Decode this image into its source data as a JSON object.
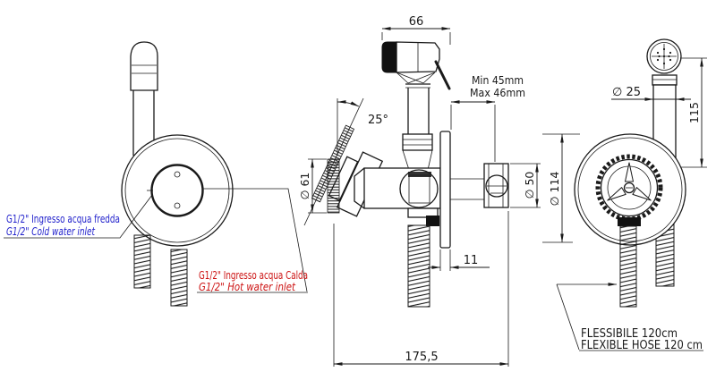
{
  "colors": {
    "line": "#1a1a1a",
    "cold_water_label": "#2222cc",
    "hot_water_label": "#cc1111",
    "background": "#ffffff"
  },
  "front_view_left": {
    "cold_inlet_label_it": "G1/2\" Ingresso acqua fredda",
    "cold_inlet_label_en": "G1/2\" Cold water inlet",
    "hot_inlet_label_it": "G1/2\" Ingresso acqua Calda",
    "hot_inlet_label_en": "G1/2\" Hot water inlet"
  },
  "side_view": {
    "dim_head_width": "66",
    "dim_knob_angle": "25°",
    "dim_knob_diameter": "∅ 61",
    "dim_depth_min": "Min 45mm",
    "dim_depth_max": "Max 46mm",
    "dim_inlet_body_diameter": "∅ 50",
    "dim_plate_thickness": "11",
    "dim_total_width": "175,5"
  },
  "front_view_right": {
    "dim_handle_diameter": "∅ 25",
    "dim_handle_length": "115",
    "dim_plate_diameter": "∅ 114",
    "hose_label_it": "FLESSIBILE 120cm",
    "hose_label_en": "FLEXIBLE HOSE 120 cm"
  }
}
